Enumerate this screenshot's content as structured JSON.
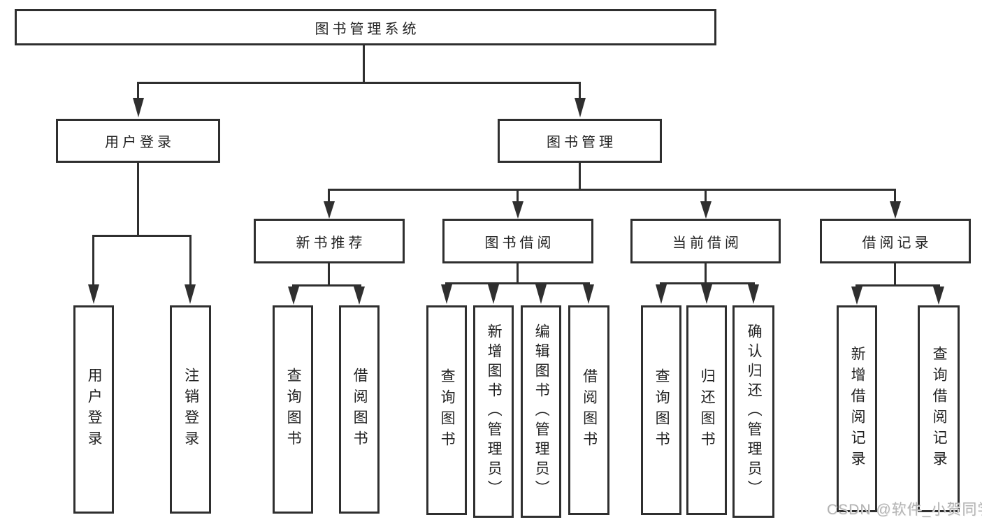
{
  "diagram": {
    "root": {
      "label": "图书管理系统"
    },
    "branches": [
      {
        "label": "用户登录",
        "children": [
          {
            "label": "用户登录"
          },
          {
            "label": "注销登录"
          }
        ]
      },
      {
        "label": "图书管理",
        "groups": [
          {
            "label": "新书推荐",
            "children": [
              {
                "label": "查询图书"
              },
              {
                "label": "借阅图书"
              }
            ]
          },
          {
            "label": "图书借阅",
            "children": [
              {
                "label": "查询图书"
              },
              {
                "label": "新增图书（管理员）"
              },
              {
                "label": "编辑图书（管理员）"
              },
              {
                "label": "借阅图书"
              }
            ]
          },
          {
            "label": "当前借阅",
            "children": [
              {
                "label": "查询图书"
              },
              {
                "label": "归还图书"
              },
              {
                "label": "确认归还（管理员）"
              }
            ]
          },
          {
            "label": "借阅记录",
            "children": [
              {
                "label": "新增借阅记录"
              },
              {
                "label": "查询借阅记录"
              }
            ]
          }
        ]
      }
    ]
  },
  "watermark": {
    "text": "CSDN @软件_小贺同学"
  },
  "colors": {
    "line": "#2f2f2f",
    "text": "#222222",
    "background": "#ffffff",
    "watermark": "#b3b3b3"
  }
}
